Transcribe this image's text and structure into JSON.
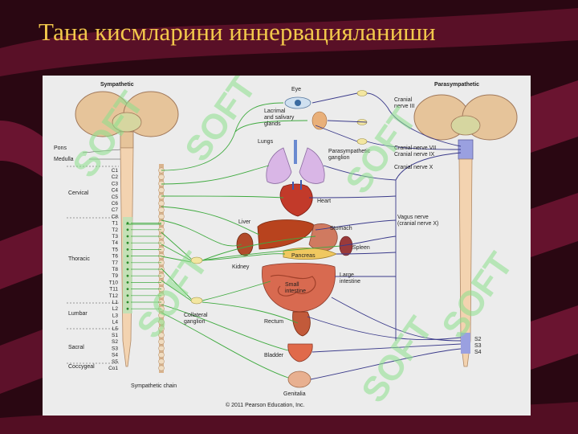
{
  "slide": {
    "title": "Тана кисмларини иннервацияланиши"
  },
  "figure": {
    "heading_left": "Sympathetic",
    "heading_right": "Parasympathetic",
    "regions": {
      "pons": "Pons",
      "medulla": "Medulla",
      "cervical": "Cervical",
      "thoracic": "Thoracic",
      "lumbar": "Lumbar",
      "sacral": "Sacral",
      "coccygeal": "Coccygeal"
    },
    "segments": [
      "C1",
      "C2",
      "C3",
      "C4",
      "C5",
      "C6",
      "C7",
      "C8",
      "T1",
      "T2",
      "T3",
      "T4",
      "T5",
      "T6",
      "T7",
      "T8",
      "T9",
      "T10",
      "T11",
      "T12",
      "L1",
      "L2",
      "L3",
      "L4",
      "L5",
      "S1",
      "S2",
      "S3",
      "S4",
      "S5",
      "Co1"
    ],
    "right_sacral": [
      "S2",
      "S3",
      "S4"
    ],
    "organs": {
      "eye": "Eye",
      "lacrimal_1": "Lacrimal",
      "lacrimal_2": "and salivary",
      "lacrimal_3": "glands",
      "lungs": "Lungs",
      "heart": "Heart",
      "liver": "Liver",
      "stomach": "Stomach",
      "spleen": "Spleen",
      "pancreas": "Pancreas",
      "kidney": "Kidney",
      "large_intestine_1": "Large",
      "large_intestine_2": "intestine",
      "small_intestine_1": "Small",
      "small_intestine_2": "intestine",
      "rectum": "Rectum",
      "bladder": "Bladder",
      "genitalia": "Genitalia"
    },
    "ganglia": {
      "collateral_1": "Collateral",
      "collateral_2": "ganglion",
      "sympathetic_chain": "Sympathetic chain",
      "parasympathetic_1": "Parasympathetic",
      "parasympathetic_2": "ganglion"
    },
    "nerves": {
      "cranial_iii_1": "Cranial",
      "cranial_iii_2": "nerve III",
      "cranial_vii": "Cranial nerve VII",
      "cranial_ix": "Cranial nerve IX",
      "cranial_x": "Cranial nerve X",
      "vagus_1": "Vagus nerve",
      "vagus_2": "(cranial nerve X)"
    },
    "copyright": "© 2011 Pearson Education, Inc.",
    "watermark_text": "SOFT"
  },
  "colors": {
    "title": "#f2c84b",
    "background": "#2a0712",
    "sympathetic_line": "#3faa3f",
    "parasympathetic_line": "#3a3a8a",
    "cord": "#f3d3b0"
  }
}
